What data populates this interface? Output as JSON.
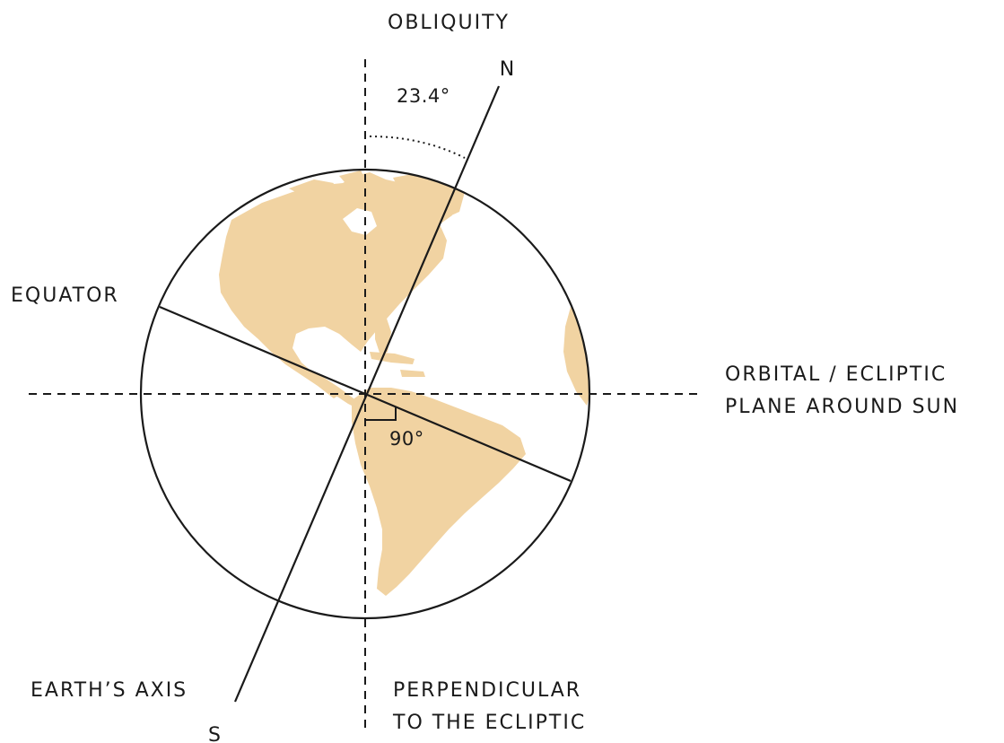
{
  "labels": {
    "obliquity": "OBLIQUITY",
    "north": "N",
    "south": "S",
    "equator": "EQUATOR",
    "orbital_line1": "ORBITAL / ECLIPTIC",
    "orbital_line2": "PLANE AROUND SUN",
    "earths_axis": "EARTH’S AXIS",
    "perp_line1": "PERPENDICULAR",
    "perp_line2": "TO THE ECLIPTIC"
  },
  "angles": {
    "obliquity": "23.4°",
    "right_angle": "90°"
  },
  "colors": {
    "land": "#f1d3a2",
    "stroke": "#1a1a1a",
    "background": "#ffffff"
  }
}
